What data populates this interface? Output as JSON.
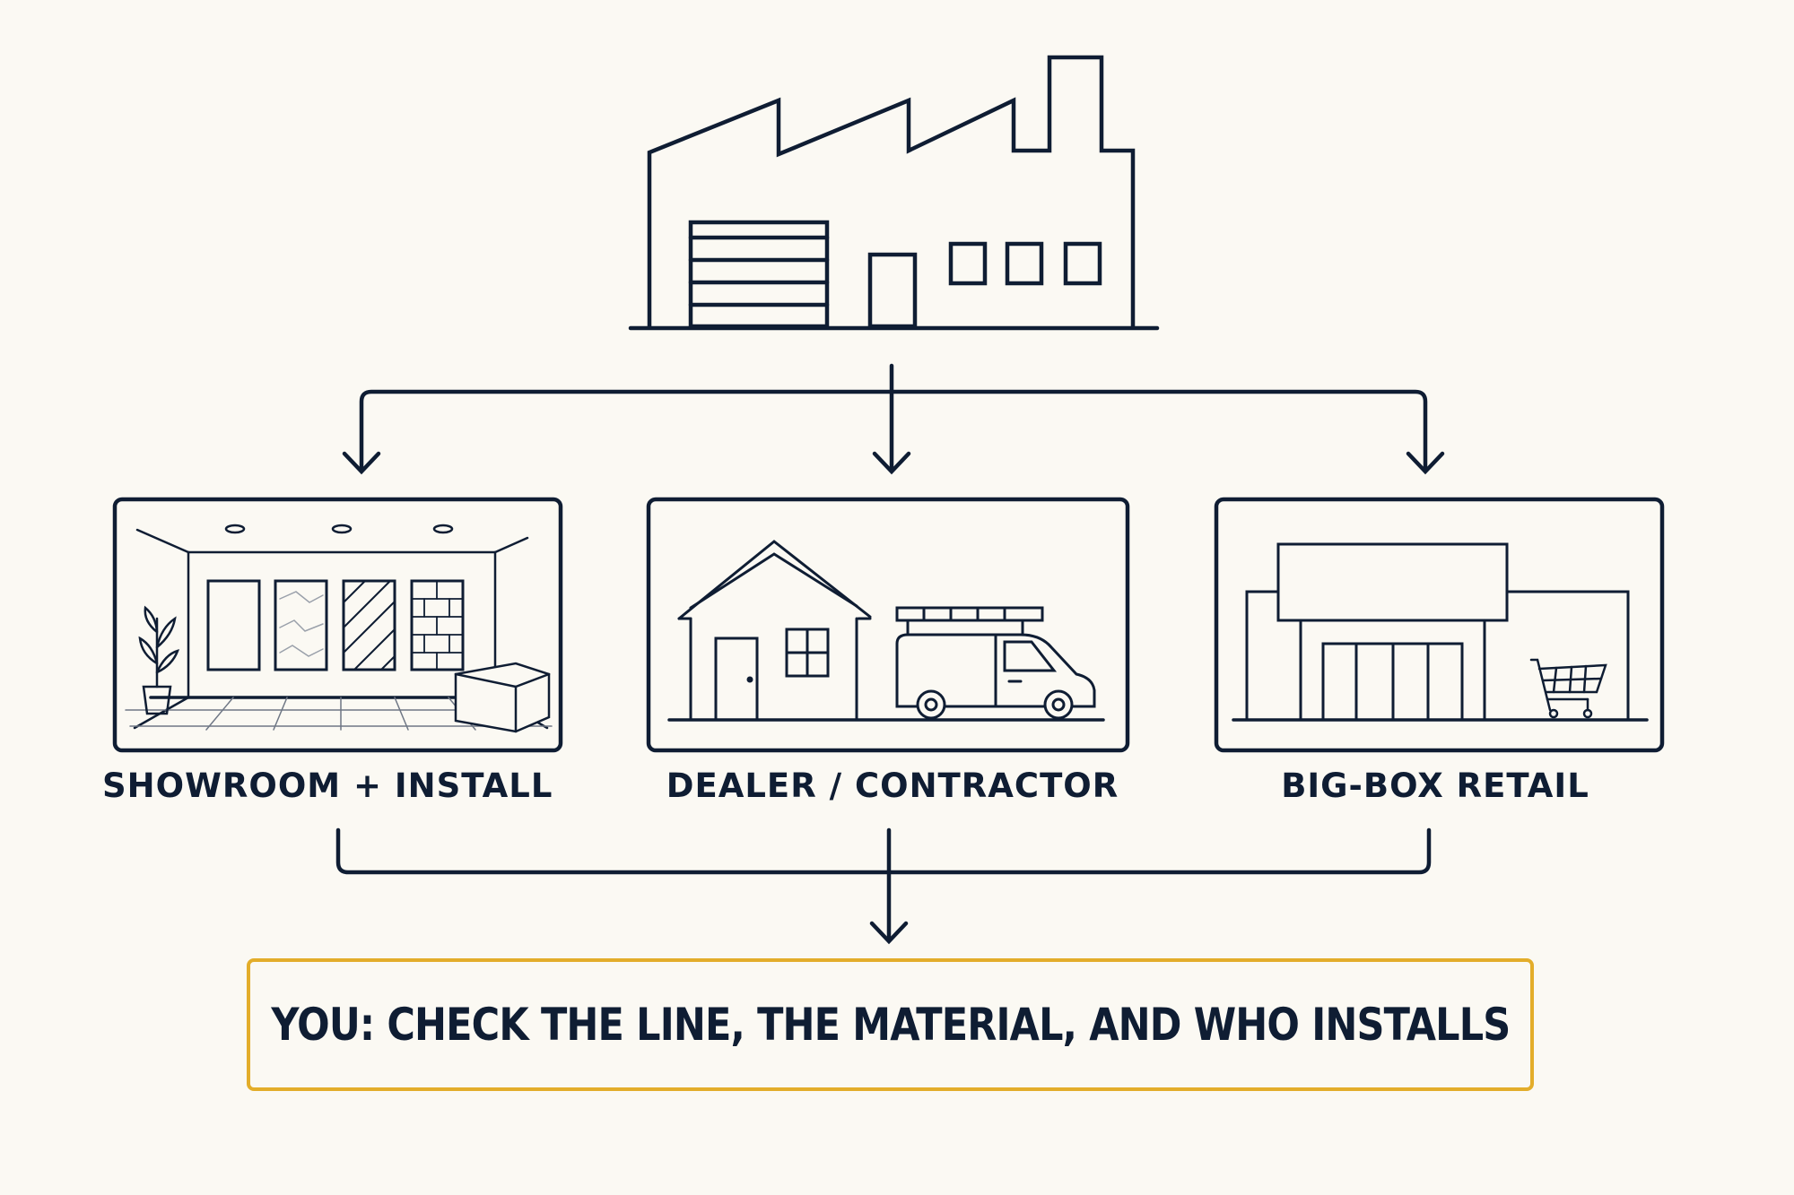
{
  "channels": [
    {
      "id": "showroom",
      "label": "SHOWROOM + INSTALL"
    },
    {
      "id": "dealer",
      "label": "DEALER / CONTRACTOR"
    },
    {
      "id": "bigbox",
      "label": "BIG-BOX RETAIL"
    }
  ],
  "cta": {
    "text": "YOU: CHECK THE LINE, THE MATERIAL, AND WHO INSTALLS"
  },
  "colors": {
    "ink": "#0f1d33",
    "accent": "#e3ad2a",
    "background": "#fbf9f3"
  },
  "icons": {
    "source": "factory-icon",
    "showroom": "showroom-icon",
    "dealer": "house-and-van-icon",
    "bigbox": "store-with-cart-icon"
  }
}
